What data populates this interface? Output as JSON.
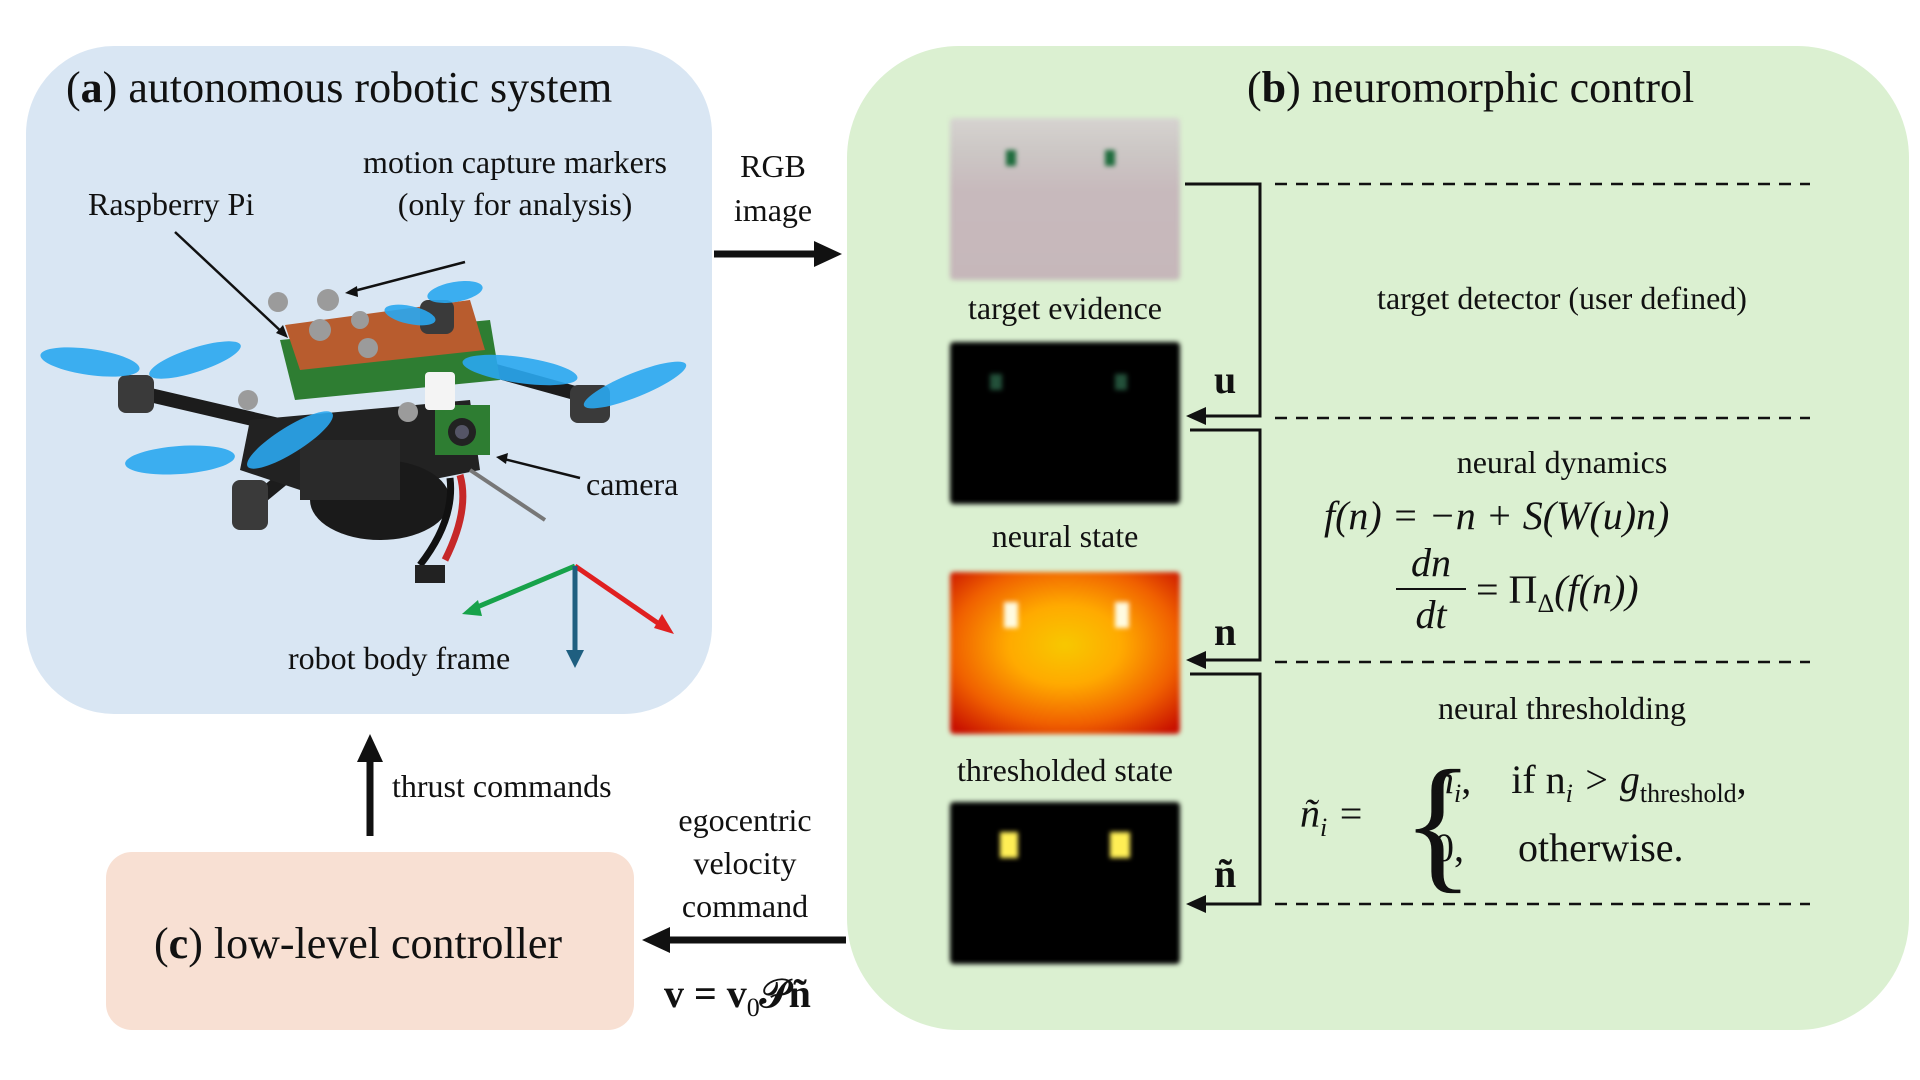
{
  "panel_a": {
    "title_letter": "a",
    "title_text": "autonomous robotic system",
    "label_raspberry_pi": "Raspberry Pi",
    "label_markers_line1": "motion capture markers",
    "label_markers_line2": "(only for analysis)",
    "label_camera": "camera",
    "label_body_frame": "robot body frame"
  },
  "panel_b": {
    "title_letter": "b",
    "title_text": "neuromorphic control",
    "caption_target_evidence": "target evidence",
    "caption_neural_state": "neural state",
    "caption_thresholded_state": "thresholded state",
    "stage_target_detector": "target detector (user defined)",
    "stage_neural_dynamics": "neural dynamics",
    "stage_neural_thresholding": "neural thresholding",
    "var_u": "u",
    "var_n": "n",
    "var_n_tilde": "ñ",
    "eq_dynamics_1": "f(n) = −n + S(W(u)n)",
    "eq_dynamics_2_lhs_num": "dn",
    "eq_dynamics_2_lhs_den": "dt",
    "eq_dynamics_2_rhs": "= Π",
    "eq_dynamics_2_sub": "Δ",
    "eq_dynamics_2_arg": "(f(n))",
    "eq_threshold_lhs": "ñ",
    "eq_threshold_lhs_sub": "i",
    "eq_threshold_case1_value": "n",
    "eq_threshold_case1_cond": "if n",
    "eq_threshold_case1_cond_rel": " > g",
    "eq_threshold_case1_cond_sub": "threshold",
    "eq_threshold_case2_value": "0,",
    "eq_threshold_case2_cond": "otherwise."
  },
  "panel_c": {
    "title_letter": "c",
    "title_text": "low-level controller"
  },
  "arrows": {
    "rgb_line1": "RGB",
    "rgb_line2": "image",
    "thrust": "thrust commands",
    "ego_line1": "egocentric",
    "ego_line2": "velocity",
    "ego_line3": "command",
    "velocity_eq": "v = v",
    "velocity_eq_sub": "0",
    "velocity_eq_rest": "𝒫ñ"
  },
  "colors": {
    "panel_a_bg": "#d9e6f3",
    "panel_b_bg": "#dbf0d1",
    "panel_c_bg": "#f8e0d3",
    "axis_x": "#e02020",
    "axis_y": "#17a24a",
    "axis_z": "#1f5f80",
    "propeller": "#2aa8f0"
  }
}
